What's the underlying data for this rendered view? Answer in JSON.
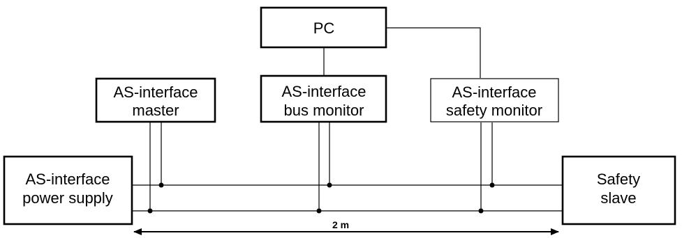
{
  "pc": {
    "label": "PC"
  },
  "master": {
    "line1": "AS-interface",
    "line2": "master"
  },
  "bus_monitor": {
    "line1": "AS-interface",
    "line2": "bus monitor"
  },
  "safety_monitor": {
    "line1": "AS-interface",
    "line2": "safety monitor"
  },
  "power_supply": {
    "line1": "AS-interface",
    "line2": "power supply"
  },
  "safety_slave": {
    "line1": "Safety",
    "line2": "slave"
  },
  "dimension": {
    "label": "2 m"
  }
}
